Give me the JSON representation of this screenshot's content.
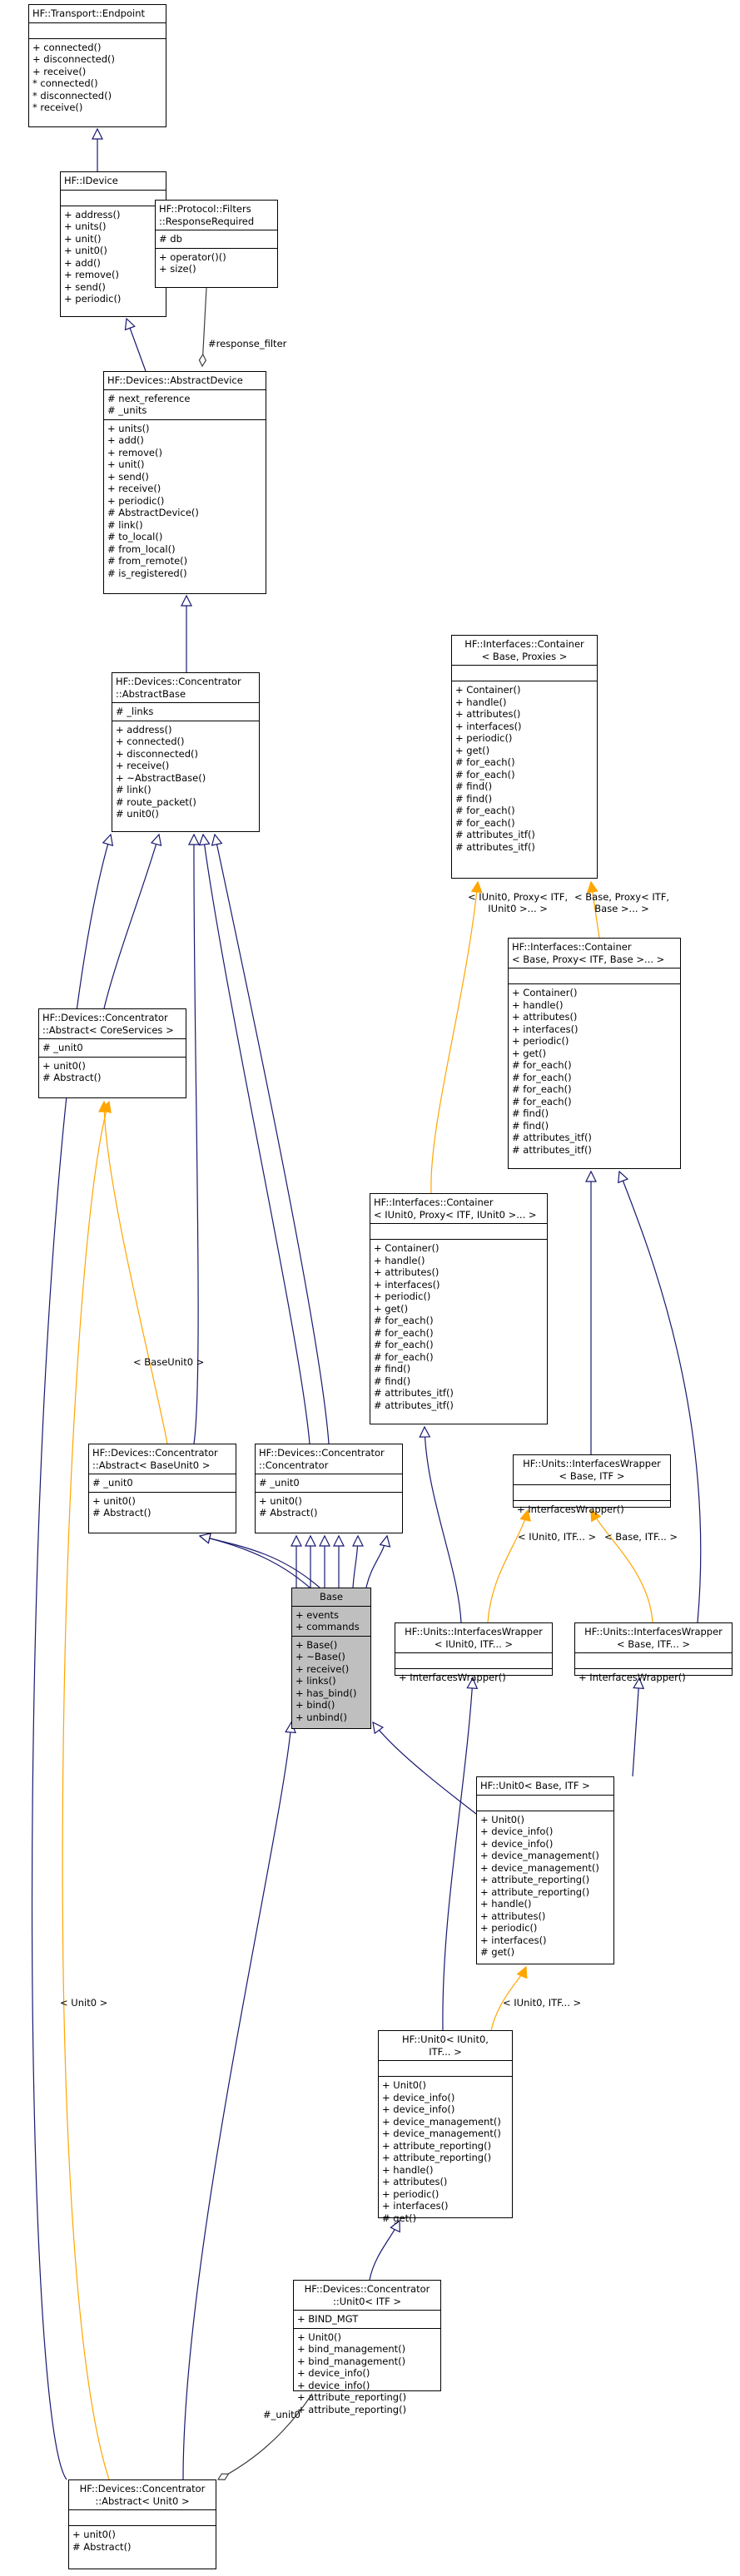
{
  "colors": {
    "inheritance": "#191970",
    "template": "#FFA500",
    "usage": "#404040",
    "highlight": "#bfbfbf"
  },
  "nodes": [
    {
      "id": "endpoint",
      "title": [
        "HF::Transport::Endpoint"
      ],
      "sections": [
        [],
        [
          "+ connected()",
          "+ disconnected()",
          "+ receive()",
          "* connected()",
          "* disconnected()",
          "* receive()"
        ]
      ]
    },
    {
      "id": "idevice",
      "title": [
        "HF::IDevice"
      ],
      "sections": [
        [],
        [
          "+ address()",
          "+ units()",
          "+ unit()",
          "+ unit0()",
          "+ add()",
          "+ remove()",
          "+ send()",
          "+ periodic()"
        ]
      ]
    },
    {
      "id": "response_required",
      "title": [
        "HF::Protocol::Filters",
        "::ResponseRequired"
      ],
      "sections": [
        [
          "# db"
        ],
        [
          "+ operator()()",
          "+ size()"
        ]
      ]
    },
    {
      "id": "abstract_device",
      "title": [
        "HF::Devices::AbstractDevice"
      ],
      "sections": [
        [
          "# next_reference",
          "# _units"
        ],
        [
          "+ units()",
          "+ add()",
          "+ remove()",
          "+ unit()",
          "+ send()",
          "+ receive()",
          "+ periodic()",
          "# AbstractDevice()",
          "# link()",
          "# to_local()",
          "# from_local()",
          "# from_remote()",
          "# is_registered()"
        ]
      ]
    },
    {
      "id": "abstract_base",
      "title": [
        "HF::Devices::Concentrator",
        "::AbstractBase"
      ],
      "sections": [
        [
          "# _links"
        ],
        [
          "+ address()",
          "+ connected()",
          "+ disconnected()",
          "+ receive()",
          "+ ~AbstractBase()",
          "# link()",
          "# route_packet()",
          "# unit0()"
        ]
      ]
    },
    {
      "id": "container_base_proxies",
      "title": [
        "HF::Interfaces::Container",
        "< Base, Proxies >"
      ],
      "center": true,
      "sections": [
        [],
        [
          "+ Container()",
          "+ handle()",
          "+ attributes()",
          "+ interfaces()",
          "+ periodic()",
          "+ get()",
          "# for_each()",
          "# for_each()",
          "# find()",
          "# find()",
          "# for_each()",
          "# for_each()",
          "# attributes_itf()",
          "# attributes_itf()"
        ]
      ]
    },
    {
      "id": "container_base_itf",
      "title": [
        "HF::Interfaces::Container",
        "< Base, Proxy< ITF, Base >... >"
      ],
      "sections": [
        [],
        [
          "+ Container()",
          "+ handle()",
          "+ attributes()",
          "+ interfaces()",
          "+ periodic()",
          "+ get()",
          "# for_each()",
          "# for_each()",
          "# for_each()",
          "# for_each()",
          "# find()",
          "# find()",
          "# attributes_itf()",
          "# attributes_itf()"
        ]
      ]
    },
    {
      "id": "abstract_core",
      "title": [
        "HF::Devices::Concentrator",
        "::Abstract< CoreServices >"
      ],
      "sections": [
        [
          "# _unit0"
        ],
        [
          "+ unit0()",
          "# Abstract()"
        ]
      ]
    },
    {
      "id": "container_iunit0",
      "title": [
        "HF::Interfaces::Container",
        "< IUnit0, Proxy< ITF, IUnit0 >... >"
      ],
      "sections": [
        [],
        [
          "+ Container()",
          "+ handle()",
          "+ attributes()",
          "+ interfaces()",
          "+ periodic()",
          "+ get()",
          "# for_each()",
          "# for_each()",
          "# for_each()",
          "# for_each()",
          "# find()",
          "# find()",
          "# attributes_itf()",
          "# attributes_itf()"
        ]
      ]
    },
    {
      "id": "abstract_baseunit0",
      "title": [
        "HF::Devices::Concentrator",
        "::Abstract< BaseUnit0 >"
      ],
      "sections": [
        [
          "# _unit0"
        ],
        [
          "+ unit0()",
          "# Abstract()"
        ]
      ]
    },
    {
      "id": "concentrator",
      "title": [
        "HF::Devices::Concentrator",
        "::Concentrator"
      ],
      "sections": [
        [
          "# _unit0"
        ],
        [
          "+ unit0()",
          "# Abstract()"
        ]
      ]
    },
    {
      "id": "iw_base_itf_top",
      "title": [
        "HF::Units::InterfacesWrapper",
        "< Base, ITF >"
      ],
      "center": true,
      "sections": [
        [],
        [
          "+ InterfacesWrapper()"
        ]
      ]
    },
    {
      "id": "base",
      "title": [
        "Base"
      ],
      "center": true,
      "highlight": true,
      "sections": [
        [
          "+ events",
          "+ commands"
        ],
        [
          "+ Base()",
          "+ ~Base()",
          "+ receive()",
          "+ links()",
          "+ has_bind()",
          "+ bind()",
          "+ unbind()"
        ]
      ]
    },
    {
      "id": "iw_iunit0",
      "title": [
        "HF::Units::InterfacesWrapper",
        "< IUnit0, ITF... >"
      ],
      "center": true,
      "sections": [
        [],
        [
          "+ InterfacesWrapper()"
        ]
      ]
    },
    {
      "id": "iw_base_itf",
      "title": [
        "HF::Units::InterfacesWrapper",
        "< Base, ITF... >"
      ],
      "center": true,
      "sections": [
        [],
        [
          "+ InterfacesWrapper()"
        ]
      ]
    },
    {
      "id": "unit0_base_itf",
      "title": [
        "HF::Unit0< Base, ITF >"
      ],
      "sections": [
        [],
        [
          "+ Unit0()",
          "+ device_info()",
          "+ device_info()",
          "+ device_management()",
          "+ device_management()",
          "+ attribute_reporting()",
          "+ attribute_reporting()",
          "+ handle()",
          "+ attributes()",
          "+ periodic()",
          "+ interfaces()",
          "# get()"
        ]
      ]
    },
    {
      "id": "unit0_iunit0",
      "title": [
        "HF::Unit0< IUnit0,",
        "ITF... >"
      ],
      "center": true,
      "sections": [
        [],
        [
          "+ Unit0()",
          "+ device_info()",
          "+ device_info()",
          "+ device_management()",
          "+ device_management()",
          "+ attribute_reporting()",
          "+ attribute_reporting()",
          "+ handle()",
          "+ attributes()",
          "+ periodic()",
          "+ interfaces()",
          "# get()"
        ]
      ]
    },
    {
      "id": "conc_unit0_itf",
      "title": [
        "HF::Devices::Concentrator",
        "::Unit0< ITF >"
      ],
      "center": true,
      "sections": [
        [
          "+ BIND_MGT"
        ],
        [
          "+ Unit0()",
          "+ bind_management()",
          "+ bind_management()",
          "+ device_info()",
          "+ device_info()",
          "+ attribute_reporting()",
          "+ attribute_reporting()"
        ]
      ]
    },
    {
      "id": "abstract_unit0",
      "title": [
        "HF::Devices::Concentrator",
        "::Abstract< Unit0 >"
      ],
      "center": true,
      "sections": [
        [],
        [
          "+ unit0()",
          "# Abstract()"
        ]
      ]
    }
  ],
  "edge_labels": [
    {
      "id": "response_filter",
      "lines": [
        "#response_filter"
      ]
    },
    {
      "id": "iunit0_proxy",
      "lines": [
        "< IUnit0, Proxy< ITF,",
        "IUnit0 >... >"
      ]
    },
    {
      "id": "base_proxy",
      "lines": [
        "< Base, Proxy< ITF,",
        "Base >... >"
      ]
    },
    {
      "id": "baseunit0",
      "lines": [
        "< BaseUnit0 >"
      ]
    },
    {
      "id": "iunit0_itf_a",
      "lines": [
        "< IUnit0, ITF... >"
      ]
    },
    {
      "id": "base_itf",
      "lines": [
        "< Base, ITF... >"
      ]
    },
    {
      "id": "iunit0_itf_b",
      "lines": [
        "< IUnit0, ITF... >"
      ]
    },
    {
      "id": "unit0",
      "lines": [
        "< Unit0 >"
      ]
    },
    {
      "id": "_unit0",
      "lines": [
        "#_unit0"
      ]
    }
  ]
}
